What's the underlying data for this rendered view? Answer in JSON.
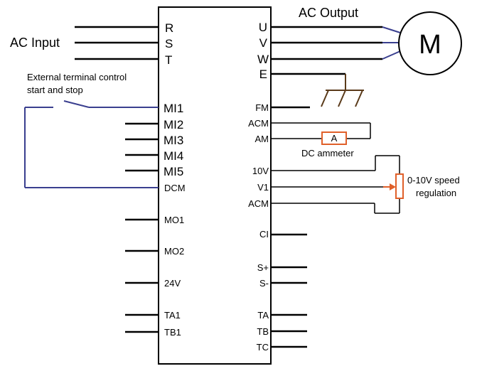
{
  "labels": {
    "ac_input": "AC Input",
    "ac_output": "AC Output",
    "motor": "M",
    "ext_control_line1": "External terminal control",
    "ext_control_line2": "start and stop",
    "ammeter_symbol": "A",
    "dc_ammeter": "DC ammeter",
    "speed_line1": "0-10V speed",
    "speed_line2": "regulation"
  },
  "left_terminals": {
    "r": "R",
    "s": "S",
    "t": "T",
    "mi1": "MI1",
    "mi2": "MI2",
    "mi3": "MI3",
    "mi4": "MI4",
    "mi5": "MI5",
    "dcm": "DCM",
    "mo1": "MO1",
    "mo2": "MO2",
    "v24": "24V",
    "ta1": "TA1",
    "tb1": "TB1"
  },
  "right_terminals": {
    "u": "U",
    "v": "V",
    "w": "W",
    "e": "E",
    "fm": "FM",
    "acm1": "ACM",
    "am": "AM",
    "v10": "10V",
    "v1": "V1",
    "acm2": "ACM",
    "ci": "CI",
    "s_plus": "S+",
    "s_minus": "S-",
    "ta": "TA",
    "tb": "TB",
    "tc": "TC"
  },
  "colors": {
    "control_wire": "#3a3f8f",
    "ground_wire": "#5a3a1a",
    "accent_component": "#e0602a"
  }
}
